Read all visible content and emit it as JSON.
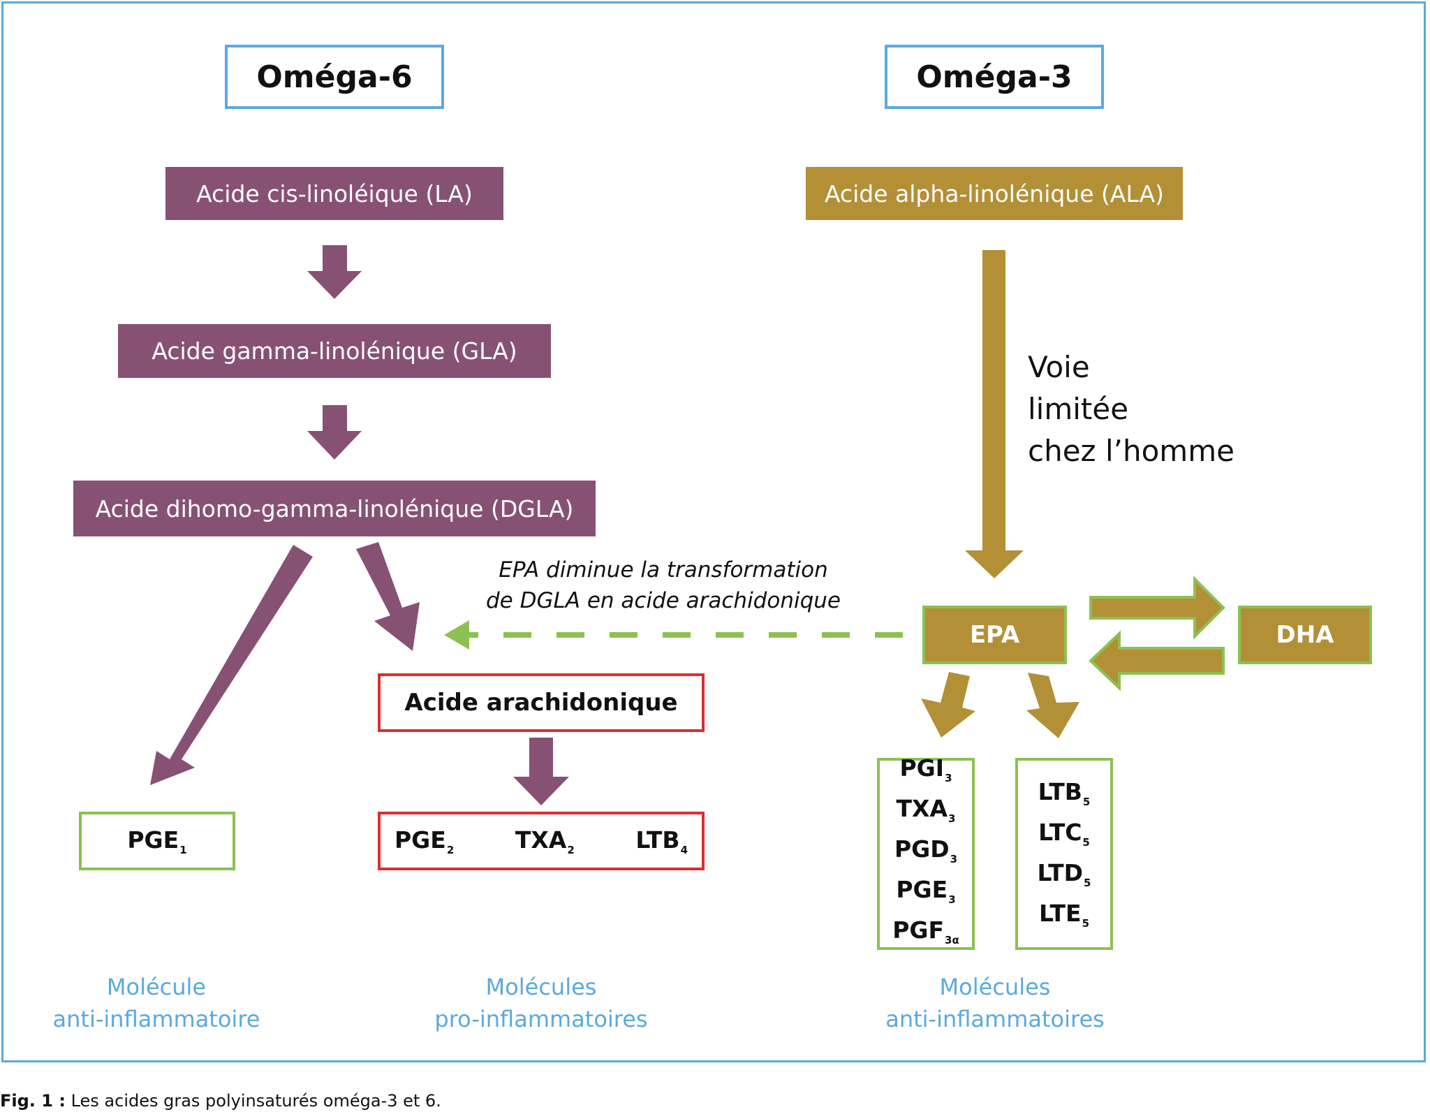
{
  "omega6": {
    "title": "Oméga-6",
    "la": "Acide cis-linoléique (LA)",
    "gla": "Acide gamma-linolénique (GLA)",
    "dgla": "Acide dihomo-gamma-linolénique (DGLA)",
    "arachidonic": "Acide arachidonique",
    "pge1": {
      "name": "PGE",
      "sub": "1"
    },
    "pro_molecules": [
      {
        "name": "PGE",
        "sub": "2"
      },
      {
        "name": "TXA",
        "sub": "2"
      },
      {
        "name": "LTB",
        "sub": "4"
      }
    ],
    "caption_left": [
      "Molécule",
      "anti-inflammatoire"
    ],
    "caption_mid": [
      "Molécules",
      "pro-inflammatoires"
    ]
  },
  "omega3": {
    "title": "Oméga-3",
    "ala": "Acide alpha-linolénique (ALA)",
    "pathway_note": [
      "Voie",
      "limitée",
      "chez l’homme"
    ],
    "epa": "EPA",
    "dha": "DHA",
    "prostanoids": [
      {
        "name": "PGI",
        "sub": "3"
      },
      {
        "name": "TXA",
        "sub": "3"
      },
      {
        "name": "PGD",
        "sub": "3"
      },
      {
        "name": "PGE",
        "sub": "3"
      },
      {
        "name": "PGF",
        "sub": "3α"
      }
    ],
    "leukotrienes": [
      {
        "name": "LTB",
        "sub": "5"
      },
      {
        "name": "LTC",
        "sub": "5"
      },
      {
        "name": "LTD",
        "sub": "5"
      },
      {
        "name": "LTE",
        "sub": "5"
      }
    ],
    "caption": [
      "Molécules",
      "anti-inflammatoires"
    ]
  },
  "inhibition_note": [
    "EPA diminue la transformation",
    "de DGLA en acide arachidonique"
  ],
  "figure_caption": {
    "label": "Fig. 1 :",
    "text": " Les acides gras polyinsaturés oméga-3 et 6."
  },
  "colors": {
    "omega6": "#875174",
    "omega3": "#b38f36",
    "anti_inflammatory_border": "#8cc152",
    "pro_inflammatory_border": "#de2e2e",
    "heading_border": "#5aa9df",
    "caption_text": "#5aa9df"
  }
}
